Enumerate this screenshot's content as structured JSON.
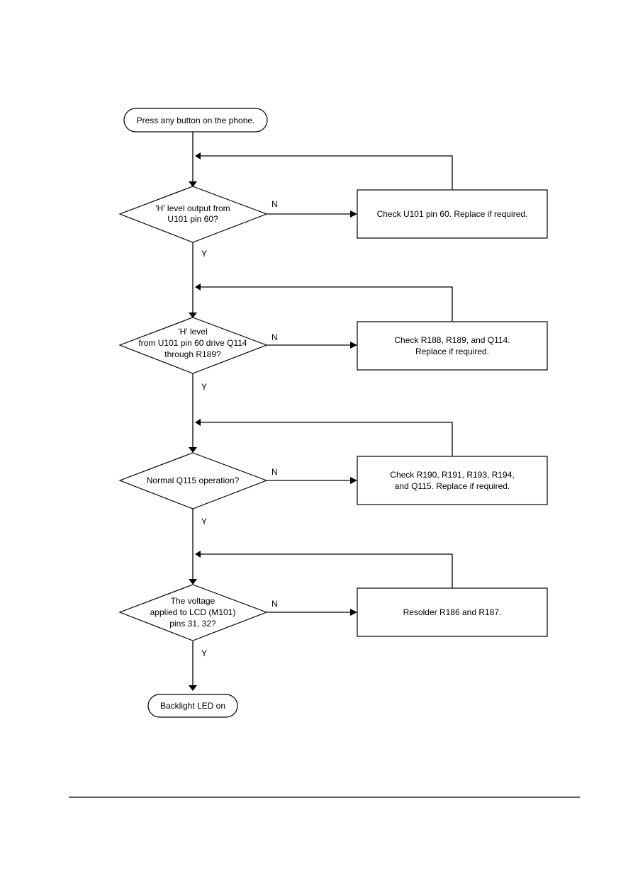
{
  "flowchart": {
    "start": "Press any button on the phone.",
    "end": "Backlight LED on",
    "decisions": [
      {
        "lines": [
          "'H' level output from",
          "U101 pin 60?"
        ]
      },
      {
        "lines": [
          "'H' level",
          "from U101 pin 60 drive Q114",
          "through R189?"
        ]
      },
      {
        "lines": [
          "Normal Q115 operation?"
        ]
      },
      {
        "lines": [
          "The voltage",
          "applied to LCD (M101)",
          "pins 31, 32?"
        ]
      }
    ],
    "actions": [
      {
        "lines": [
          "Check U101 pin 60. Replace if required."
        ]
      },
      {
        "lines": [
          "Check R188, R189, and Q114.",
          "Replace if required."
        ]
      },
      {
        "lines": [
          "Check R190, R191, R193, R194,",
          "and Q115.  Replace if required."
        ]
      },
      {
        "lines": [
          "Resolder R186 and R187."
        ]
      }
    ],
    "yes_label": "Y",
    "no_label": "N"
  }
}
